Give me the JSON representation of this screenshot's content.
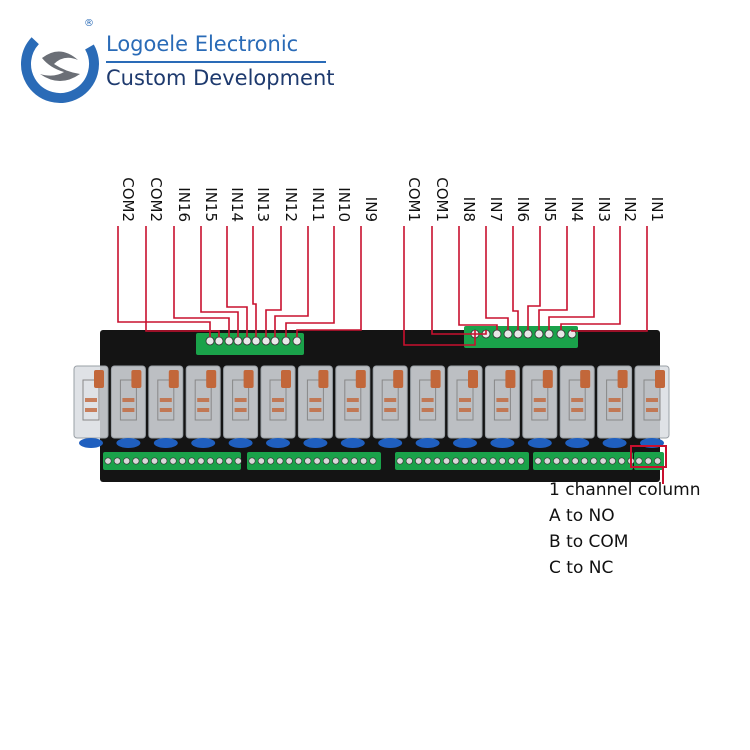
{
  "brand": {
    "registered_mark": "®",
    "title": "Logoele Electronic",
    "subtitle": "Custom Development",
    "colors": {
      "blue": "#2a6bb7",
      "dark": "#1e3a6e",
      "gray": "#6b6f76"
    }
  },
  "pin_labels_left": [
    "COM2",
    "COM2",
    "IN16",
    "IN15",
    "IN14",
    "IN13",
    "IN12",
    "IN11",
    "IN10",
    "IN9"
  ],
  "pin_labels_right": [
    "COM1",
    "COM1",
    "IN8",
    "IN7",
    "IN6",
    "IN5",
    "IN4",
    "IN3",
    "IN2",
    "IN1"
  ],
  "legend": {
    "line1": "1 channel column",
    "line2": "A to NO",
    "line3": "B to COM",
    "line4": "C to NC"
  },
  "colors": {
    "wire": "#c8102e",
    "board": "#141414",
    "terminal_green": "#1aa24a",
    "relay_copper": "#c2673a",
    "capacitor_blue": "#1f5fbf"
  },
  "board": {
    "relay_count": 16
  }
}
